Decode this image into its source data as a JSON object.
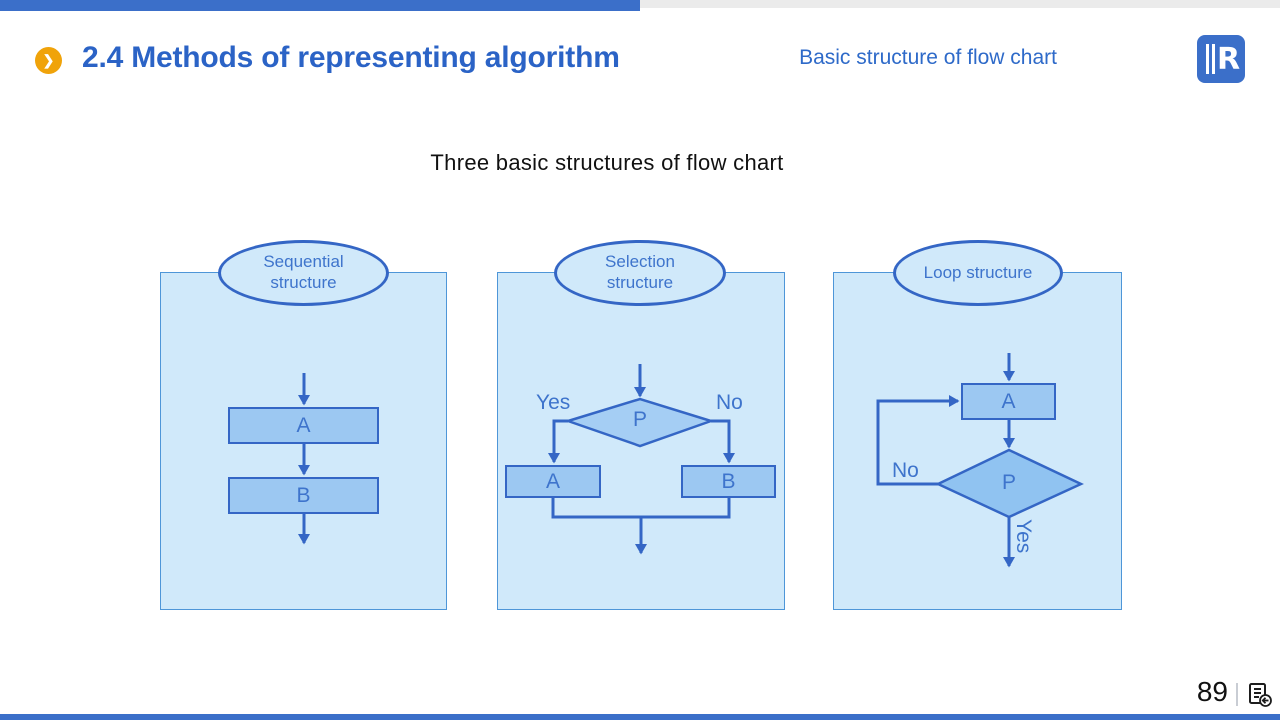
{
  "top": {
    "title": "2.4 Methods of representing algorithm",
    "section_label": "Basic structure of flow chart",
    "badge_glyph": "❯",
    "logo_letter": "R"
  },
  "caption": "Three basic structures of flow chart",
  "panels": [
    {
      "title": "Sequential structure",
      "box_a": "A",
      "box_b": "B"
    },
    {
      "title": "Selection structure",
      "condition": "P",
      "branch_yes": "Yes",
      "branch_no": "No",
      "box_a": "A",
      "box_b": "B"
    },
    {
      "title": "Loop structure",
      "box_a": "A",
      "condition": "P",
      "branch_yes": "Yes",
      "branch_no": "No"
    }
  ],
  "footer": {
    "page_number": "89"
  },
  "colors": {
    "accent_blue": "#3B6FC9",
    "line_blue": "#3466C5",
    "panel_fill": "#D0E9FA",
    "box_fill": "#9CC8F2",
    "diamond_fill_selection": "#A5CEF4",
    "diamond_fill_loop": "#90C3F1",
    "badge_orange": "#F0A30A",
    "top_gray": "#EBEBEB"
  }
}
